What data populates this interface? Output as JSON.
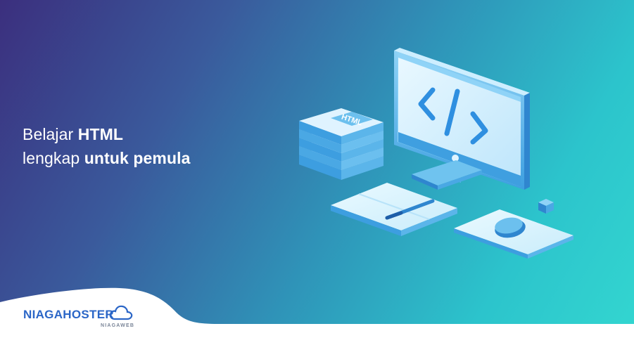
{
  "headline": {
    "line1_light": "Belajar",
    "line1_bold": "HTML",
    "line2_light": "lengkap",
    "line2_bold": "untuk pemula"
  },
  "illustration": {
    "book_label": "HTML",
    "screen_code_glyph": "</>"
  },
  "logo": {
    "part1": "NIAGA",
    "part2": "HOSTER",
    "sub": "NIAGAWEB"
  },
  "colors": {
    "gradient_start": "#3b2f7e",
    "gradient_end": "#33d6d0",
    "headline_text": "#ffffff",
    "logo_blue": "#2b66c7",
    "accent_blue": "#2f8fe0"
  }
}
